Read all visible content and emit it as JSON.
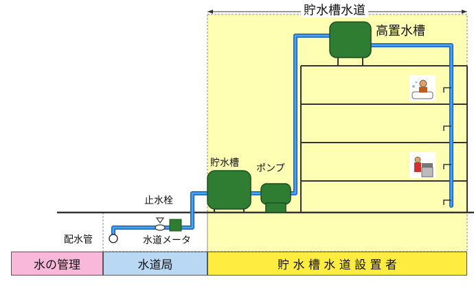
{
  "title": "貯水槽水道",
  "labels": {
    "elevated_tank": "高置水槽",
    "storage_tank": "貯水槽",
    "pump": "ポンプ",
    "stop_valve": "止水栓",
    "distribution_pipe": "配水管",
    "water_meter": "水道メータ"
  },
  "bands": {
    "water_management": "水の管理",
    "waterworks_bureau": "水道局",
    "installer": "貯 水 槽 水 道 設 置 者"
  },
  "colors": {
    "yellow_area": "#ffffb3",
    "tank_green": "#2e7d32",
    "pipe_blue": "#2a7fd4",
    "band_pink": "#f9b8da",
    "band_blue": "#b9d8f4",
    "band_yellow": "#ffec40"
  },
  "icons": [
    "bathtub-person-icon",
    "kitchen-person-icon"
  ]
}
